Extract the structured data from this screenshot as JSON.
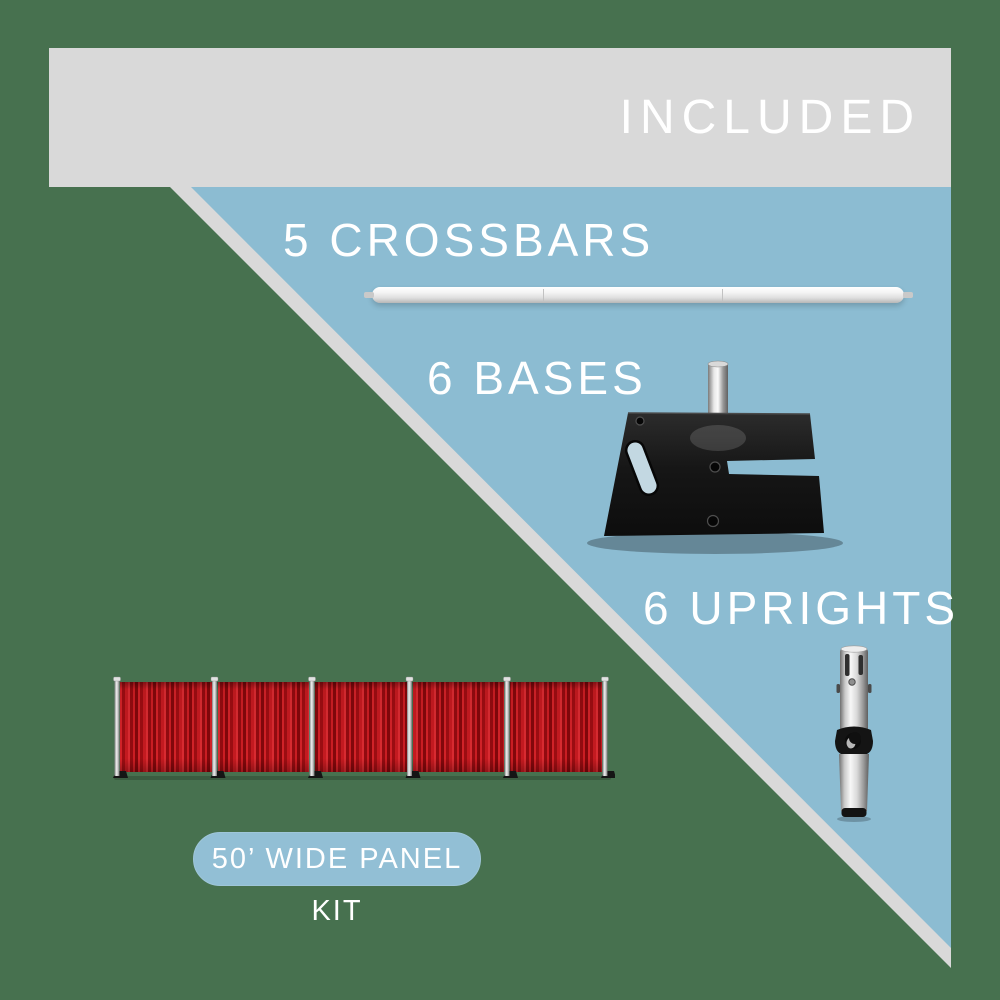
{
  "header": {
    "title": "INCLUDED"
  },
  "items": [
    {
      "id": "crossbars",
      "label": "5 CROSSBARS",
      "image": "crossbar-pole"
    },
    {
      "id": "bases",
      "label": "6 BASES",
      "image": "steel-base-plate"
    },
    {
      "id": "uprights",
      "label": "6 UPRIGHTS",
      "image": "telescoping-upright"
    }
  ],
  "product": {
    "preview": "red-drape-panel-wall",
    "panels_shown": 5,
    "poles_shown": 6,
    "badge_label": "50’ WIDE PANEL KIT"
  },
  "colors": {
    "background_green": "#47714f",
    "banner_gray": "#d9d9d9",
    "triangle_blue": "#8cbcd2",
    "badge_blue": "#92bfd5",
    "text_white": "#ffffff",
    "drape_red": "#b5121a",
    "base_black": "#161616"
  }
}
